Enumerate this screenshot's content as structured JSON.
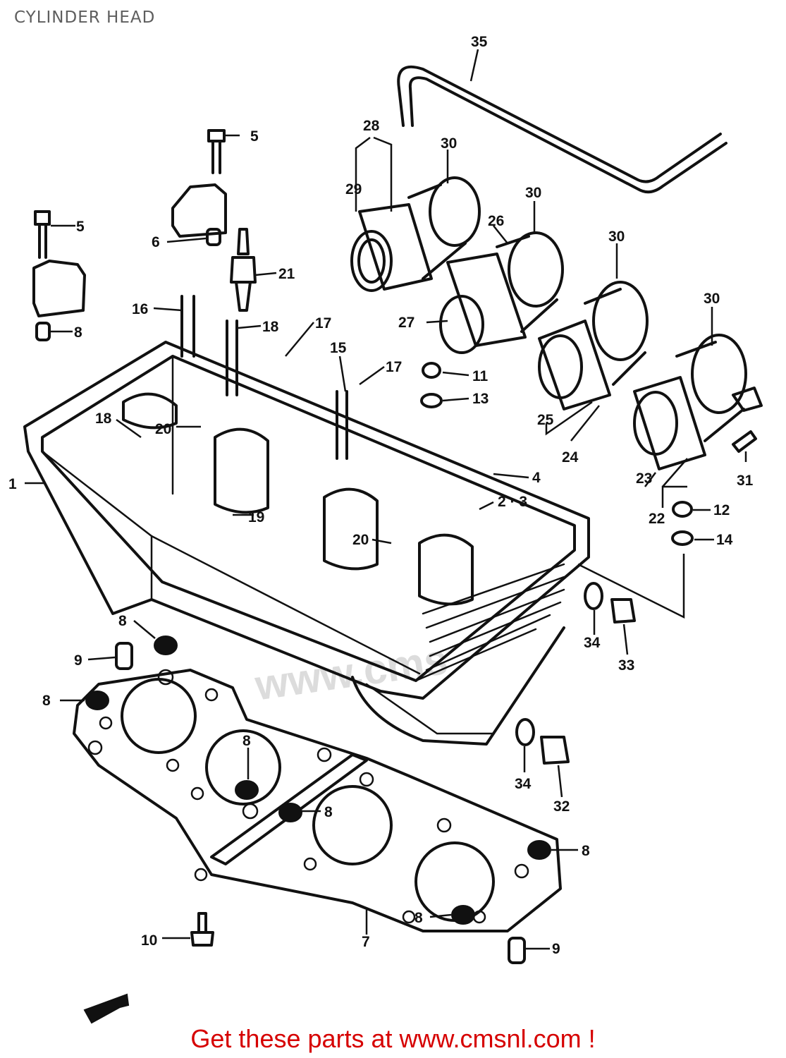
{
  "title": "CYLINDER HEAD",
  "watermark": "www.cms",
  "footer": {
    "prefix": "Get these parts at ",
    "link": "www.cmsnl.com",
    "suffix": " !"
  },
  "callouts": [
    {
      "id": "c35",
      "label": "35"
    },
    {
      "id": "c28",
      "label": "28"
    },
    {
      "id": "c29",
      "label": "29"
    },
    {
      "id": "c30a",
      "label": "30"
    },
    {
      "id": "c30b",
      "label": "30"
    },
    {
      "id": "c30c",
      "label": "30"
    },
    {
      "id": "c30d",
      "label": "30"
    },
    {
      "id": "c26",
      "label": "26"
    },
    {
      "id": "c27",
      "label": "27"
    },
    {
      "id": "c5a",
      "label": "5"
    },
    {
      "id": "c5b",
      "label": "5"
    },
    {
      "id": "c6",
      "label": "6"
    },
    {
      "id": "c21",
      "label": "21"
    },
    {
      "id": "c8a",
      "label": "8"
    },
    {
      "id": "c16",
      "label": "16"
    },
    {
      "id": "c18a",
      "label": "18"
    },
    {
      "id": "c17a",
      "label": "17"
    },
    {
      "id": "c15",
      "label": "15"
    },
    {
      "id": "c17b",
      "label": "17"
    },
    {
      "id": "c11",
      "label": "11"
    },
    {
      "id": "c13",
      "label": "13"
    },
    {
      "id": "c18b",
      "label": "18"
    },
    {
      "id": "c20a",
      "label": "20"
    },
    {
      "id": "c25",
      "label": "25"
    },
    {
      "id": "c24",
      "label": "24"
    },
    {
      "id": "c4",
      "label": "4"
    },
    {
      "id": "c23",
      "label": "23"
    },
    {
      "id": "c31",
      "label": "31"
    },
    {
      "id": "c1",
      "label": "1"
    },
    {
      "id": "c2_3",
      "label": "2 · 3"
    },
    {
      "id": "c22",
      "label": "22"
    },
    {
      "id": "c12",
      "label": "12"
    },
    {
      "id": "c19",
      "label": "19"
    },
    {
      "id": "c14",
      "label": "14"
    },
    {
      "id": "c20b",
      "label": "20"
    },
    {
      "id": "c34a",
      "label": "34"
    },
    {
      "id": "c33",
      "label": "33"
    },
    {
      "id": "c8b",
      "label": "8"
    },
    {
      "id": "c9a",
      "label": "9"
    },
    {
      "id": "c8c",
      "label": "8"
    },
    {
      "id": "c8d",
      "label": "8"
    },
    {
      "id": "c34b",
      "label": "34"
    },
    {
      "id": "c32",
      "label": "32"
    },
    {
      "id": "c8e",
      "label": "8"
    },
    {
      "id": "c8f",
      "label": "8"
    },
    {
      "id": "c8g",
      "label": "8"
    },
    {
      "id": "c10",
      "label": "10"
    },
    {
      "id": "c7",
      "label": "7"
    },
    {
      "id": "c9b",
      "label": "9"
    }
  ]
}
